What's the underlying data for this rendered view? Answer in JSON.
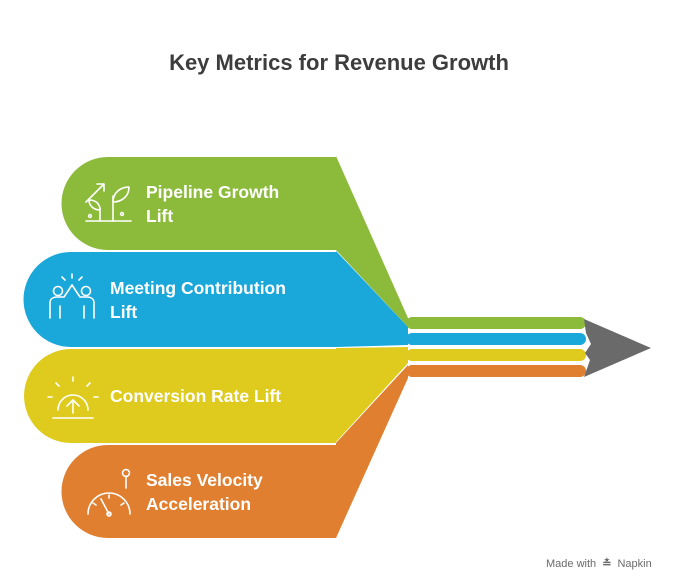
{
  "title": "Key Metrics for Revenue Growth",
  "colors": {
    "green": "#8cbb3c",
    "blue": "#1aa7da",
    "yellow": "#dfcb1d",
    "orange": "#e07f30",
    "tip": "#6a6a6a"
  },
  "metrics": [
    {
      "line1": "Pipeline Growth",
      "line2": "Lift",
      "icon": "plant-growth-icon"
    },
    {
      "line1": "Meeting Contribution",
      "line2": "Lift",
      "icon": "high-five-icon"
    },
    {
      "line1": "Conversion Rate Lift",
      "line2": "",
      "icon": "sunrise-arrow-icon"
    },
    {
      "line1": "Sales Velocity",
      "line2": "Acceleration",
      "icon": "speedometer-icon"
    }
  ],
  "footer": {
    "made_with": "Made with",
    "brand": "Napkin"
  }
}
